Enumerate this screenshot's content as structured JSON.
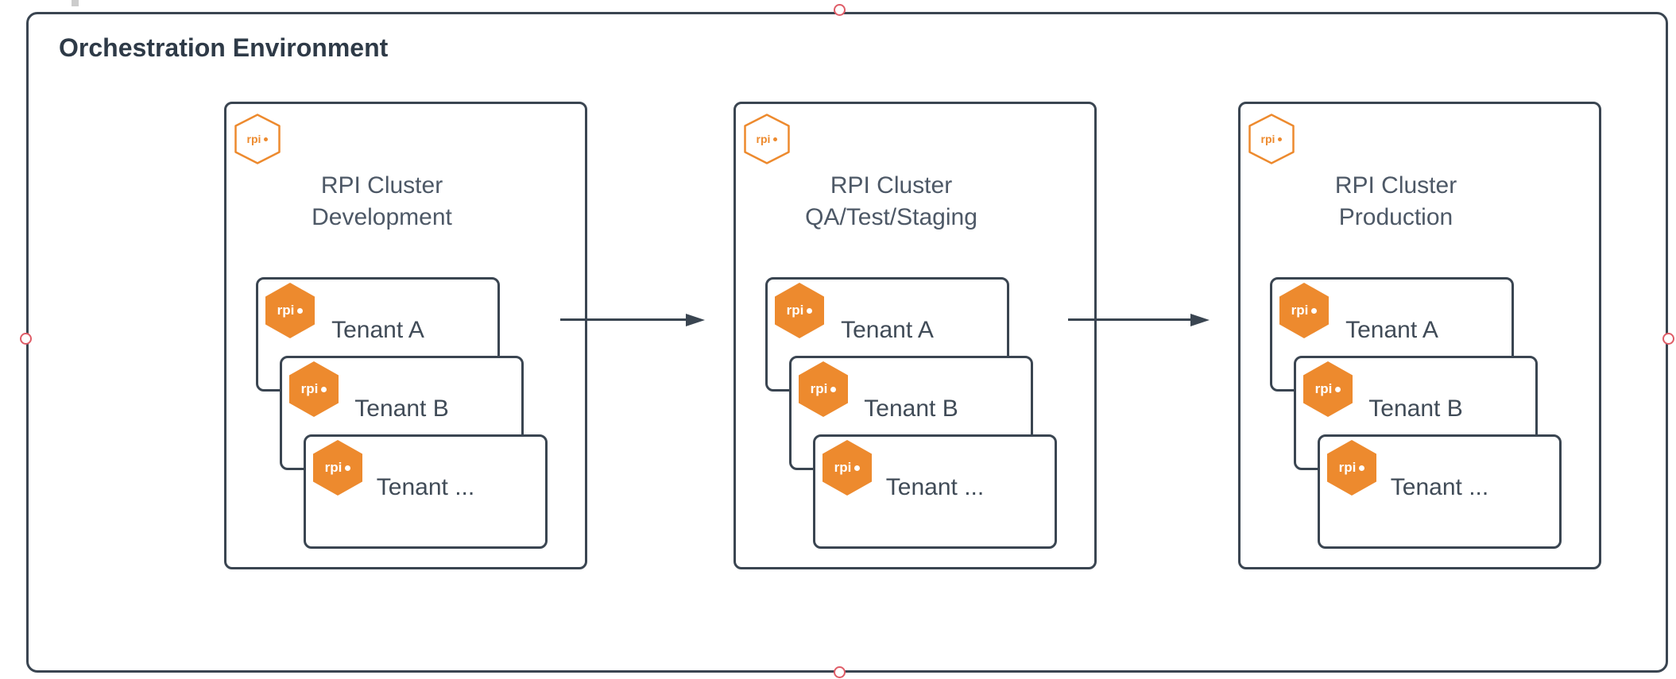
{
  "diagram": {
    "title": "Orchestration Environment",
    "logo_text": "rpi",
    "clusters": [
      {
        "name": "Development",
        "title_line1": "RPI Cluster",
        "title_line2": "Development",
        "tenants": [
          {
            "label": "Tenant A"
          },
          {
            "label": "Tenant B"
          },
          {
            "label": "Tenant ..."
          }
        ]
      },
      {
        "name": "QA/Test/Staging",
        "title_line1": "RPI Cluster",
        "title_line2": "QA/Test/Staging",
        "tenants": [
          {
            "label": "Tenant A"
          },
          {
            "label": "Tenant B"
          },
          {
            "label": "Tenant ..."
          }
        ]
      },
      {
        "name": "Production",
        "title_line1": "RPI Cluster",
        "title_line2": "Production",
        "tenants": [
          {
            "label": "Tenant A"
          },
          {
            "label": "Tenant B"
          },
          {
            "label": "Tenant ..."
          }
        ]
      }
    ],
    "arrows": [
      {
        "from": "RPI Cluster Development",
        "to": "RPI Cluster QA/Test/Staging"
      },
      {
        "from": "RPI Cluster QA/Test/Staging",
        "to": "RPI Cluster Production"
      }
    ],
    "colors": {
      "shape_border": "#3A4551",
      "heading_text": "#2E3A47",
      "cluster_title_text": "#4D5866",
      "tenant_label_text": "#404B57",
      "rpi_orange": "#ED8A2E",
      "selection_handle": "#DF5C67",
      "canvas_background": "#FFFFFF"
    }
  }
}
